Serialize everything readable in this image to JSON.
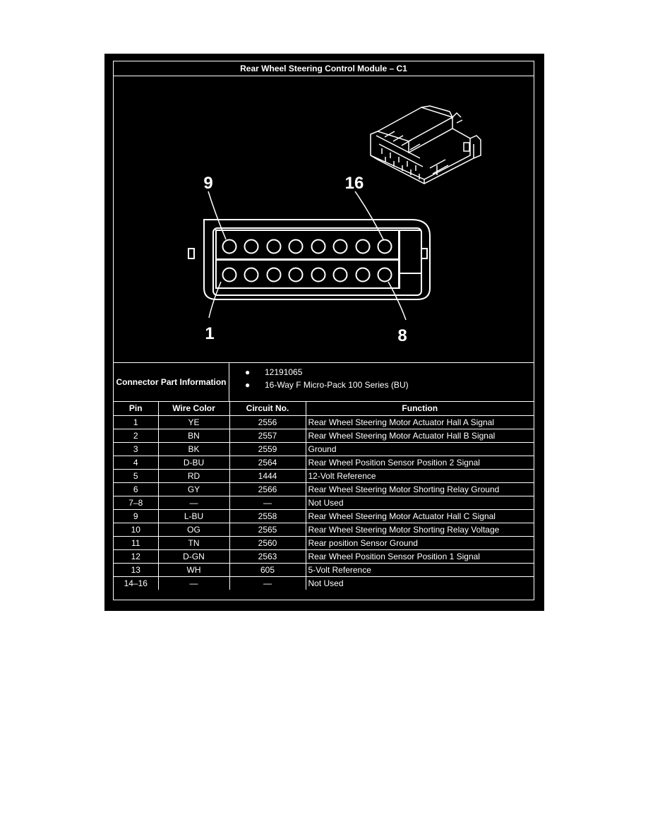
{
  "title": "Rear Wheel Steering Control Module – C1",
  "diagram": {
    "pin_labels": {
      "top_left": "9",
      "top_right": "16",
      "bottom_left": "1",
      "bottom_right": "8"
    }
  },
  "connector_info": {
    "label": "Connector Part Information",
    "items": [
      "12191065",
      "16-Way F Micro-Pack 100 Series (BU)"
    ]
  },
  "table": {
    "headers": {
      "pin": "Pin",
      "wire_color": "Wire Color",
      "circuit": "Circuit No.",
      "function": "Function"
    },
    "rows": [
      {
        "pin": "1",
        "wire": "YE",
        "circuit": "2556",
        "function": "Rear Wheel Steering Motor Actuator Hall A Signal"
      },
      {
        "pin": "2",
        "wire": "BN",
        "circuit": "2557",
        "function": "Rear Wheel Steering Motor Actuator Hall B Signal"
      },
      {
        "pin": "3",
        "wire": "BK",
        "circuit": "2559",
        "function": "Ground"
      },
      {
        "pin": "4",
        "wire": "D-BU",
        "circuit": "2564",
        "function": "Rear Wheel Position Sensor Position 2 Signal"
      },
      {
        "pin": "5",
        "wire": "RD",
        "circuit": "1444",
        "function": "12-Volt Reference"
      },
      {
        "pin": "6",
        "wire": "GY",
        "circuit": "2566",
        "function": "Rear Wheel Steering Motor Shorting Relay Ground"
      },
      {
        "pin": "7–8",
        "wire": "—",
        "circuit": "—",
        "function": "Not Used"
      },
      {
        "pin": "9",
        "wire": "L-BU",
        "circuit": "2558",
        "function": "Rear Wheel Steering Motor Actuator Hall C Signal"
      },
      {
        "pin": "10",
        "wire": "OG",
        "circuit": "2565",
        "function": "Rear Wheel Steering Motor Shorting Relay Voltage"
      },
      {
        "pin": "11",
        "wire": "TN",
        "circuit": "2560",
        "function": "Rear position Sensor Ground"
      },
      {
        "pin": "12",
        "wire": "D-GN",
        "circuit": "2563",
        "function": "Rear Wheel Position Sensor Position 1 Signal"
      },
      {
        "pin": "13",
        "wire": "WH",
        "circuit": "605",
        "function": "5-Volt Reference"
      },
      {
        "pin": "14–16",
        "wire": "—",
        "circuit": "—",
        "function": "Not Used"
      }
    ]
  }
}
